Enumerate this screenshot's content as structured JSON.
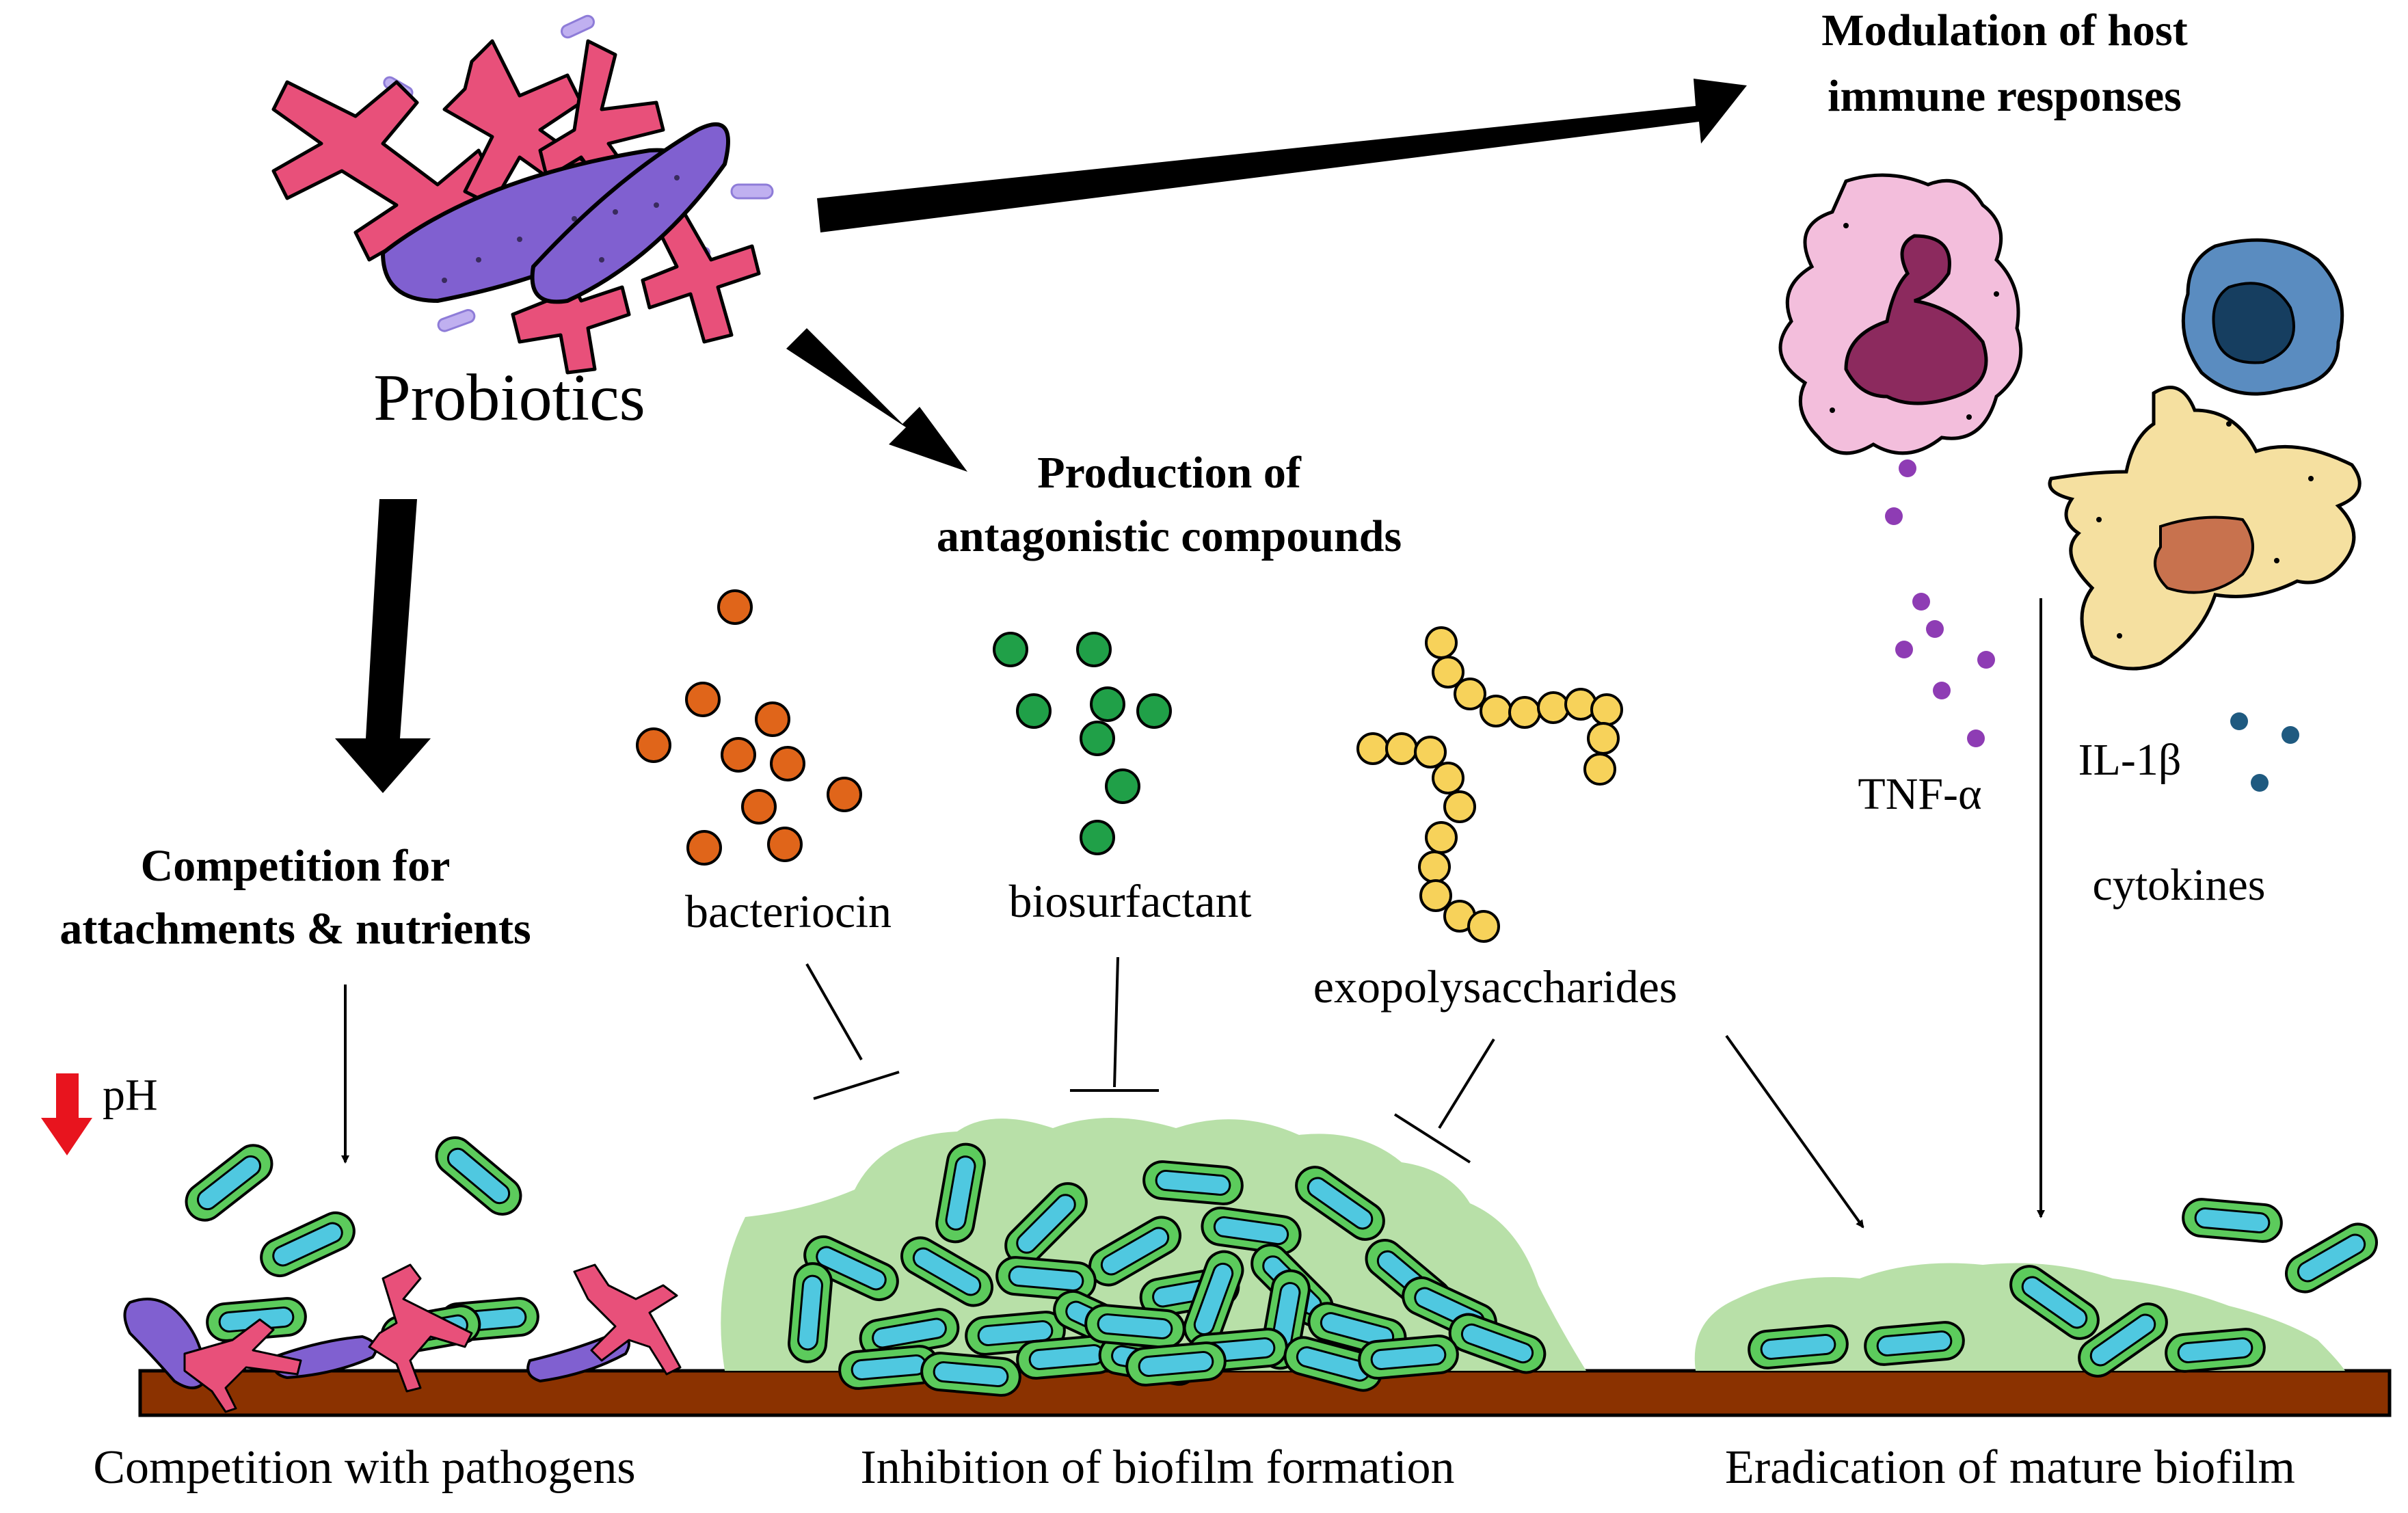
{
  "labels": {
    "probiotics": "Probiotics",
    "antagonistic_line1": "Production of",
    "antagonistic_line2": "antagonistic compounds",
    "competition_line1": "Competition for",
    "competition_line2": "attachments & nutrients",
    "immune_line1": "Modulation of host",
    "immune_line2": "immune responses",
    "bacteriocin": "bacteriocin",
    "biosurfactant": "biosurfactant",
    "exopolysaccharides": "exopolysaccharides",
    "tnf": "TNF-α",
    "il1b": "IL-1β",
    "cytokines": "cytokines",
    "ph": "pH",
    "caption_left": "Competition with pathogens",
    "caption_middle": "Inhibition of biofilm formation",
    "caption_right": "Eradication of mature biofilm"
  },
  "colors": {
    "ink": "#000000",
    "substrate": "#8B3200",
    "biofilm_matrix": "#B8E0A8",
    "bacterium_outer": "#5CCB5C",
    "bacterium_inner": "#4FC8E0",
    "bacteriocin": "#E0651A",
    "biosurfactant": "#20A048",
    "exopolysaccharide": "#F7D25A",
    "tnf_dots": "#8E3CB4",
    "il1b_dots": "#1F5A80",
    "probiotic_pink": "#E8507A",
    "probiotic_purple": "#8060D0",
    "ph_arrow": "#E8141E",
    "neutrophil": "#F3BEDC",
    "neutrophil_nucleus": "#8C2A5E",
    "lymphocyte": "#5A8CC0",
    "lymphocyte_nucleus": "#163E60",
    "macrophage": "#F5E0A0",
    "macrophage_nucleus": "#C8724E"
  }
}
